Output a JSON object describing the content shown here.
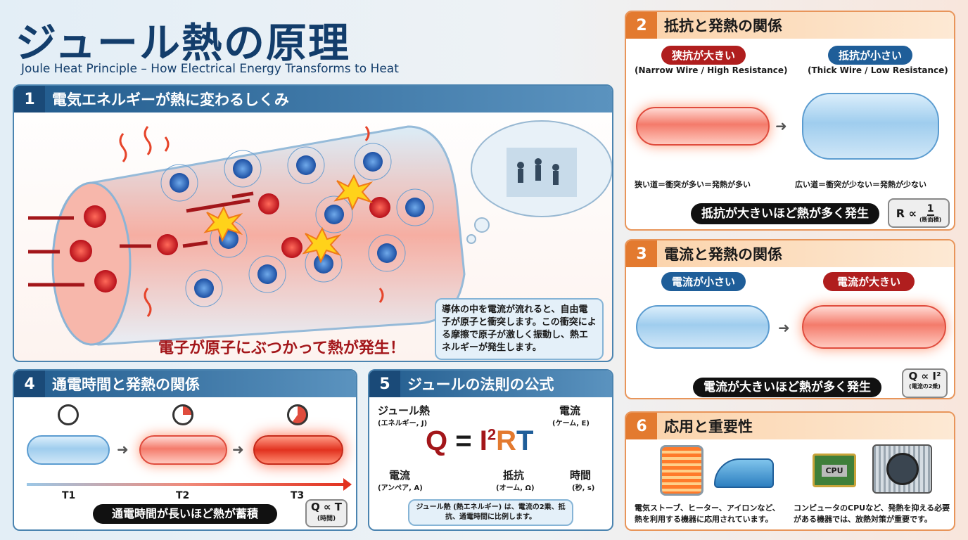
{
  "title": "ジュール熱の原理",
  "subtitle": "Joule Heat Principle – How Electrical Energy Transforms to Heat",
  "panel1": {
    "num": "1",
    "title": "電気エネルギーが熱に変わるしくみ",
    "caption": "電子が原子にぶつかって熱が発生！",
    "note": "導体の中を電流が流れると、自由電子が原子と衝突します。この衝突による摩擦で原子が激しく振動し、熱エネルギーが発生します。"
  },
  "panel2": {
    "num": "2",
    "title": "抵抗と発熱の関係",
    "left_tag": "狭抗が大きい",
    "left_sub": "(Narrow Wire / High Resistance)",
    "right_tag": "抵抗が小さい",
    "right_sub": "(Thick Wire / Low Resistance)",
    "left_desc": "狭い道＝衝突が多い＝発熱が多い",
    "right_desc": "広い道＝衝突が少ない＝発熱が少ない",
    "summary": "抵抗が大きいほど熱が多く発生",
    "formula_lhs": "R ∝",
    "formula_num": "1",
    "formula_den": "(断面積)"
  },
  "panel3": {
    "num": "3",
    "title": "電流と発熱の関係",
    "left_tag": "電流が小さい",
    "right_tag": "電流が大きい",
    "summary": "電流が大きいほど熱が多く発生",
    "formula": "Q ∝ I²",
    "formula_sub": "(電流の2乗)"
  },
  "panel4": {
    "num": "4",
    "title": "通電時間と発熱の関係",
    "t1": "T1",
    "t2": "T2",
    "t3": "T3",
    "summary": "通電時間が長いほど熱が蓄積",
    "formula": "Q ∝ T",
    "formula_sub": "(時間)"
  },
  "panel5": {
    "num": "5",
    "title": "ジュールの法則の公式",
    "q": "Q",
    "eq": "=",
    "i": "I",
    "sq": "2",
    "r": "R",
    "t": "T",
    "q_label": "ジュール熱",
    "q_unit": "(エネルギー, J)",
    "t_top_label": "電流",
    "t_top_unit": "(ケーム, E)",
    "i_label": "電流",
    "i_unit": "(アンペア, A)",
    "r_label": "抵抗",
    "r_unit": "(オーム, Ω)",
    "t_label": "時間",
    "t_unit": "(秒, s)",
    "note": "ジュール熱 (熱エネルギー) は、電流の2乗、抵抗、通電時間に比例します。"
  },
  "panel6": {
    "num": "6",
    "title": "応用と重要性",
    "left_desc": "電気ストーブ、ヒーター、アイロンなど、熱を利用する機器に応用されています。",
    "right_desc": "コンピュータのCPUなど、発熱を抑える必要がある機器では、放熱対策が重要です。",
    "cpu_label": "CPU"
  },
  "colors": {
    "navy": "#133d6b",
    "red": "#a3161a",
    "orange": "#e37a2f",
    "blue": "#1f5e99"
  }
}
